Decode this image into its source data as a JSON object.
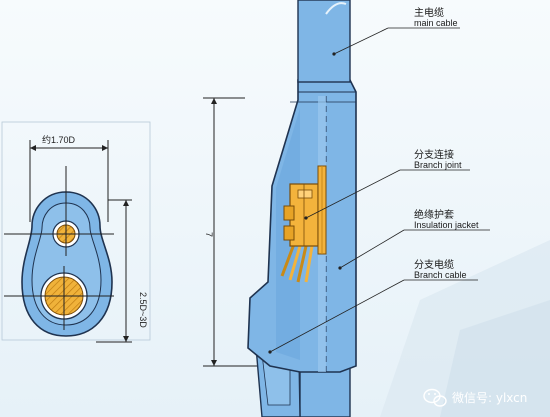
{
  "cross_section": {
    "width_label": "约1.70D",
    "height_label": "2.5D~3D"
  },
  "side_view": {
    "length_label": "7"
  },
  "callouts": [
    {
      "id": "main-cable",
      "cn": "主电缆",
      "en": "main cable"
    },
    {
      "id": "branch-joint",
      "cn": "分支连接",
      "en": "Branch joint"
    },
    {
      "id": "insulation-jacket",
      "cn": "绝缘护套",
      "en": "Insulation jacket"
    },
    {
      "id": "branch-cable",
      "cn": "分支电缆",
      "en": "Branch cable"
    }
  ],
  "watermark": {
    "text": "微信号: ylxcn",
    "icon": "wechat-icon"
  },
  "colors": {
    "jacket": "#7fb6e6",
    "jacket_dark": "#5a97cf",
    "copper": "#f3b33c",
    "copper_dark": "#c98a17",
    "outline": "#1f3350"
  }
}
